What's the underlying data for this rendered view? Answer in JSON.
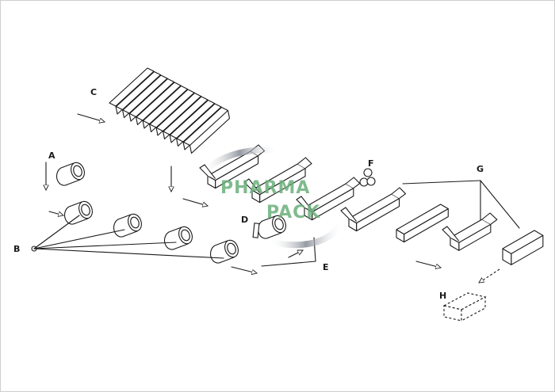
{
  "labels": {
    "a": "A",
    "b": "B",
    "c": "C",
    "d": "D",
    "e": "E",
    "f": "F",
    "g": "G",
    "h": "H"
  },
  "watermark": {
    "line1": "PHARMA",
    "line2": "PACK",
    "color": "#6ab07a"
  },
  "colors": {
    "stroke": "#1a1a1a",
    "background": "#ffffff",
    "swoosh": "#8a8f99"
  }
}
